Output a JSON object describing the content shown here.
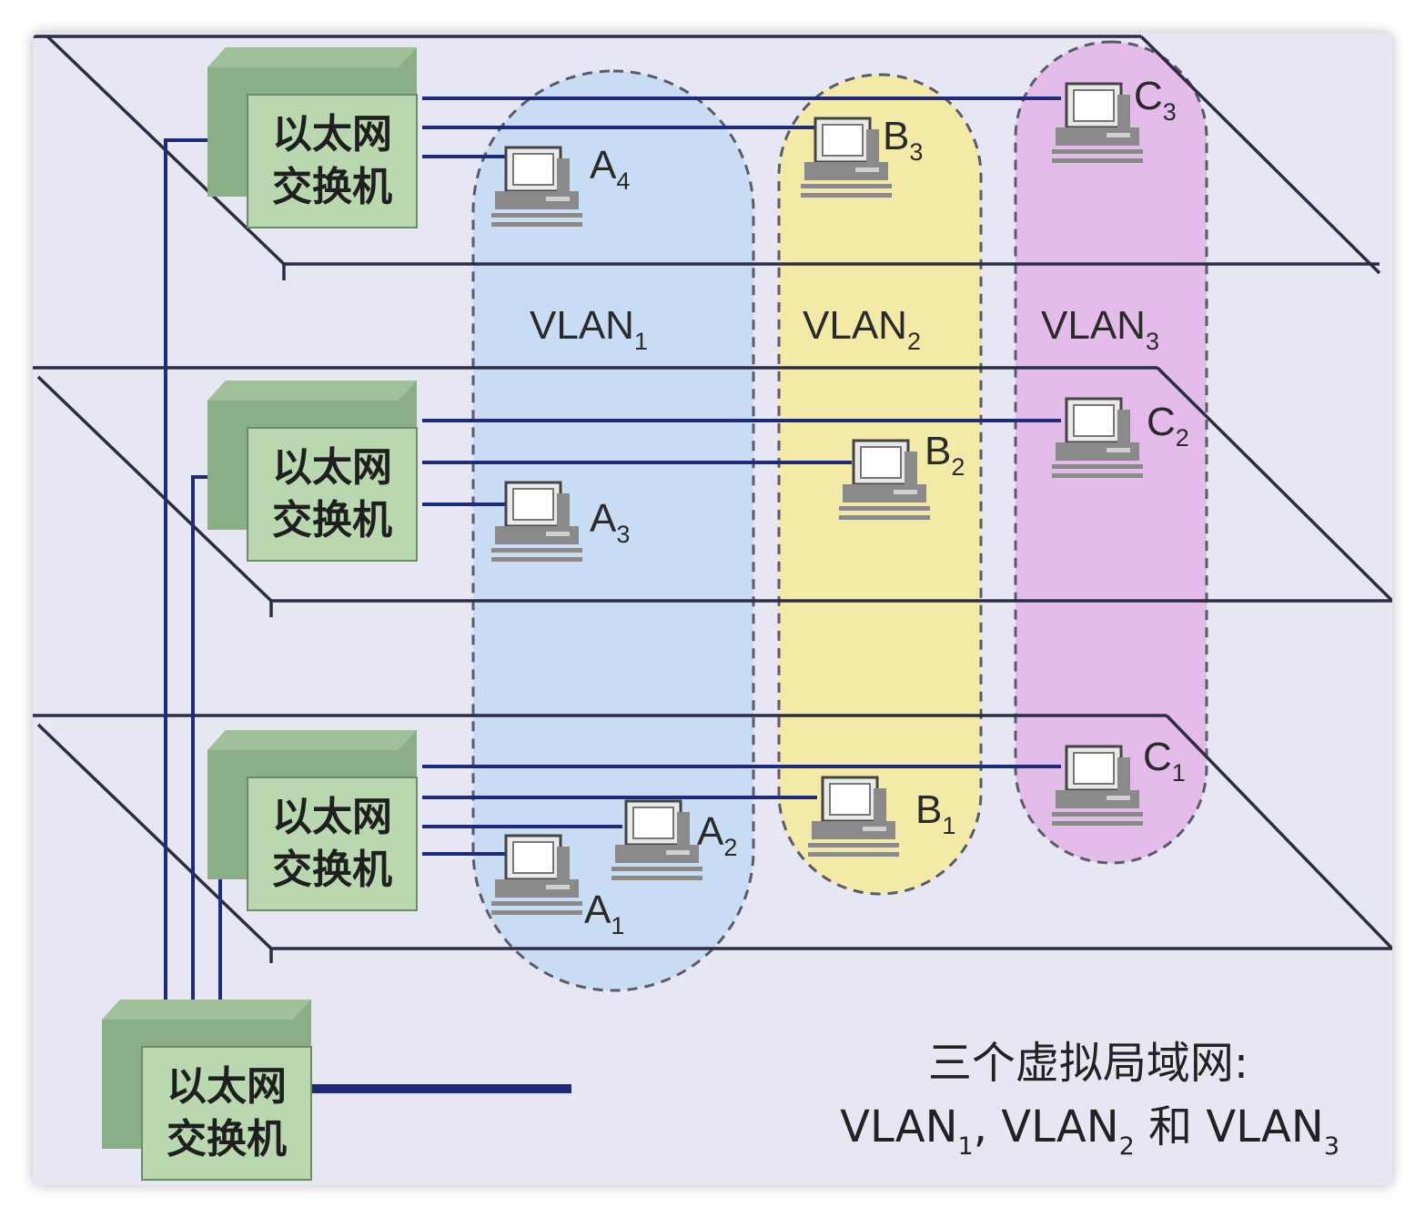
{
  "colors": {
    "background": "#e7e7f3",
    "vlan1_fill": "#c2daf2",
    "vlan2_fill": "#f4eaa0",
    "vlan3_fill": "#e2b4e8",
    "switch_front": "#b9d8b0",
    "switch_side": "#8aaf86",
    "link": "#1e2a7a",
    "floor_line": "#2c2c44"
  },
  "switch_label": [
    "以太网",
    "交换机"
  ],
  "vlans": [
    {
      "name": "VLAN",
      "sub": "1"
    },
    {
      "name": "VLAN",
      "sub": "2"
    },
    {
      "name": "VLAN",
      "sub": "3"
    }
  ],
  "hosts": [
    {
      "name": "A",
      "sub": "4",
      "vlan": 1,
      "floor": 3
    },
    {
      "name": "A",
      "sub": "3",
      "vlan": 1,
      "floor": 2
    },
    {
      "name": "A",
      "sub": "2",
      "vlan": 1,
      "floor": 1
    },
    {
      "name": "A",
      "sub": "1",
      "vlan": 1,
      "floor": 1
    },
    {
      "name": "B",
      "sub": "3",
      "vlan": 2,
      "floor": 3
    },
    {
      "name": "B",
      "sub": "2",
      "vlan": 2,
      "floor": 2
    },
    {
      "name": "B",
      "sub": "1",
      "vlan": 2,
      "floor": 1
    },
    {
      "name": "C",
      "sub": "3",
      "vlan": 3,
      "floor": 3
    },
    {
      "name": "C",
      "sub": "2",
      "vlan": 3,
      "floor": 2
    },
    {
      "name": "C",
      "sub": "1",
      "vlan": 3,
      "floor": 1
    }
  ],
  "caption": {
    "line1": "三个虚拟局域网:",
    "line2": [
      {
        "text": "VLAN",
        "sub": "1"
      },
      {
        "text": ", VLAN",
        "sub": "2"
      },
      {
        "text": " 和 VLAN",
        "sub": "3"
      }
    ]
  }
}
